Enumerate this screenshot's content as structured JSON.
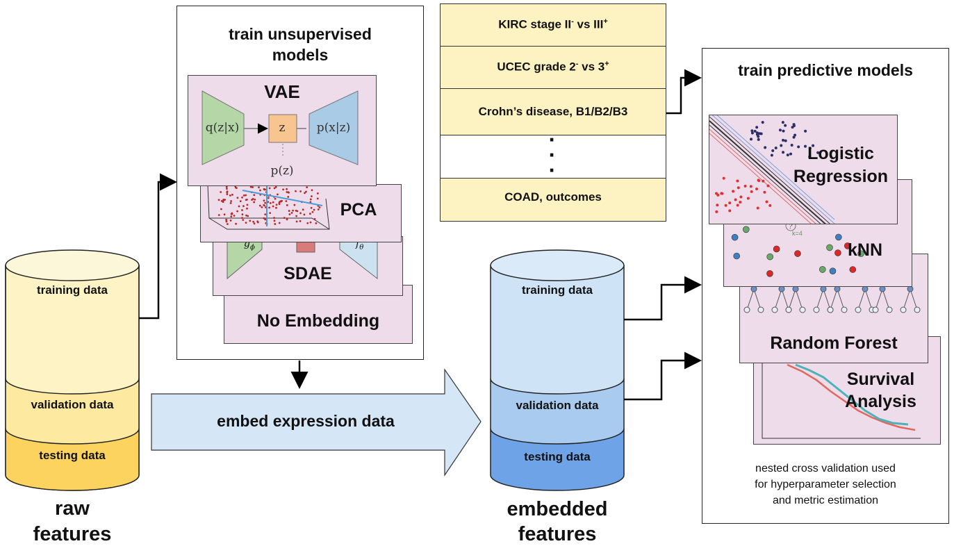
{
  "raw_store": {
    "segments": [
      "training data",
      "validation data",
      "testing data"
    ],
    "caption": [
      "raw",
      "features"
    ]
  },
  "unsupervised": {
    "title": [
      "train unsupervised",
      "models"
    ],
    "vae": {
      "title": "VAE",
      "encoder": "q(z|x)",
      "latent": "z",
      "decoder": "p(x|z)",
      "prior": "p(z)"
    },
    "pca": "PCA",
    "sdae": {
      "title": "SDAE",
      "g": "g",
      "g_sub": "ϕ",
      "f": "f",
      "f_sub": "θ"
    },
    "no_embedding": "No Embedding"
  },
  "embed_arrow": "embed expression data",
  "tasks": {
    "items": [
      {
        "text": "KIRC stage II",
        "sup1": "-",
        "mid": " vs III",
        "sup2": "+"
      },
      {
        "text": "UCEC grade 2",
        "sup1": "-",
        "mid": " vs 3",
        "sup2": "+"
      },
      {
        "text": "Crohn’s disease, B1/B2/B3",
        "sup1": "",
        "mid": "",
        "sup2": ""
      },
      {
        "text": "COAD, outcomes",
        "sup1": "",
        "mid": "",
        "sup2": ""
      }
    ]
  },
  "embedded_store": {
    "segments": [
      "training data",
      "validation data",
      "testing data"
    ],
    "caption": [
      "embedded",
      "features"
    ]
  },
  "predictive": {
    "title": "train predictive models",
    "logistic": [
      "Logistic",
      "Regression"
    ],
    "knn": "kNN",
    "knn_k": "k=4",
    "random_forest": "Random Forest",
    "survival": [
      "Survival",
      "Analysis"
    ],
    "footnote": [
      "nested cross validation used",
      "for hyperparameter selection",
      "and metric estimation"
    ]
  },
  "colors": {
    "raw_top": "#fdf3c4",
    "raw_mid": "#fde9a0",
    "raw_bottom": "#fcd35e",
    "emb_top": "#cfe3f7",
    "emb_mid": "#aacbf0",
    "emb_bottom": "#6fa3e8",
    "card_pink": "#eedcea",
    "task_yellow": "#fdf2c2",
    "arrow_blue": "#d5e6f6",
    "encoder_green": "#b5d6a6",
    "latent_orange": "#f8c490",
    "decoder_blue": "#a9cbe6"
  }
}
